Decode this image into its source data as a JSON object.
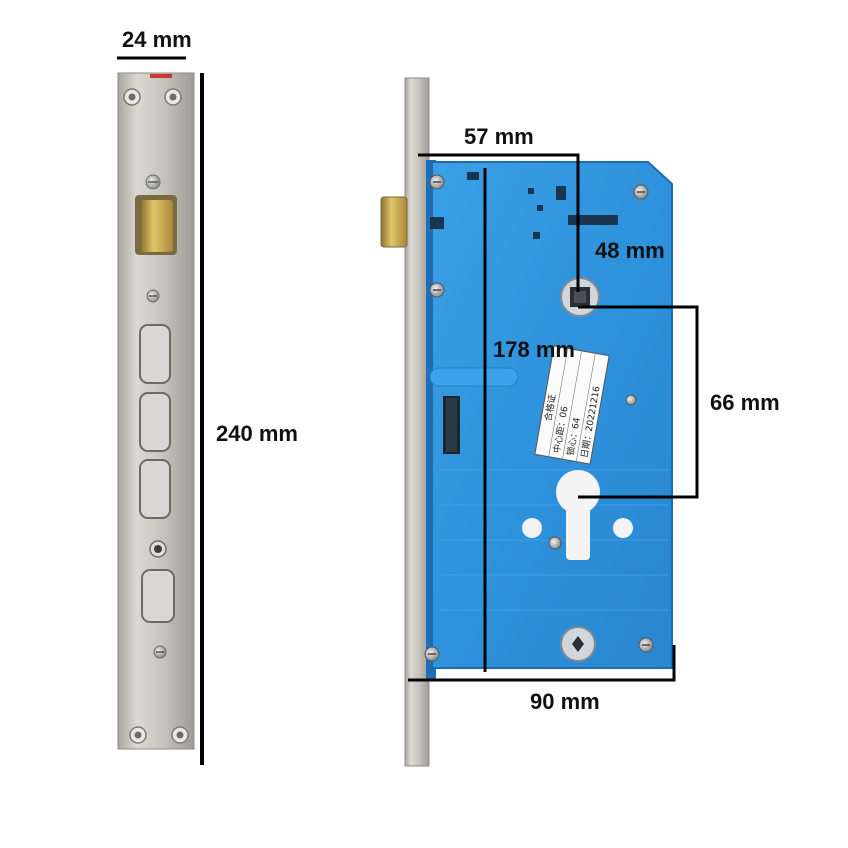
{
  "dimensions": {
    "faceplate_width": "24 mm",
    "faceplate_length": "240 mm",
    "backset": "57 mm",
    "handle_offset": "48 mm",
    "body_height": "178 mm",
    "handle_to_cylinder": "66 mm",
    "body_depth": "90 mm"
  },
  "sticker": {
    "line1": "合格证",
    "line2": "中心距：06",
    "line3": "锁心：64",
    "line4": "日期：20221216"
  },
  "colors": {
    "lock_body": "#2f95dd",
    "lock_body_dark": "#1f78c4",
    "faceplate": "#c9c6c0",
    "brass": "#c9a64a",
    "dimension_line": "#000000"
  }
}
